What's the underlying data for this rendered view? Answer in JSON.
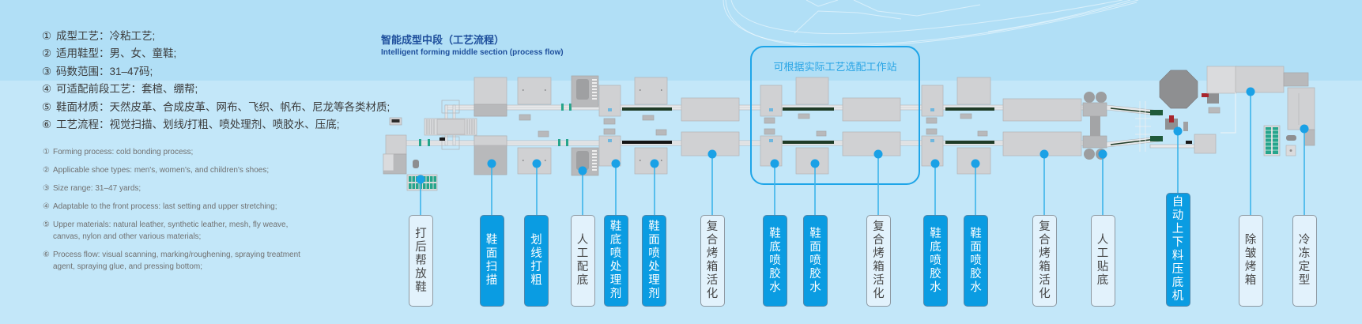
{
  "specs_cn": [
    {
      "marker": "①",
      "text": "成型工艺：冷粘工艺;"
    },
    {
      "marker": "②",
      "text": "适用鞋型：男、女、童鞋;"
    },
    {
      "marker": "③",
      "text": "码数范围：31–47码;"
    },
    {
      "marker": "④",
      "text": "可适配前段工艺：套楦、绷帮;"
    },
    {
      "marker": "⑤",
      "text": "鞋面材质：天然皮革、合成皮革、网布、飞织、帆布、尼龙等各类材质;"
    },
    {
      "marker": "⑥",
      "text": "工艺流程：视觉扫描、划线/打粗、喷处理剂、喷胶水、压底;"
    }
  ],
  "specs_en": [
    {
      "marker": "①",
      "lines": [
        "Forming process: cold bonding process;"
      ]
    },
    {
      "marker": "②",
      "lines": [
        "Applicable shoe types: men's, women's, and children's shoes;"
      ]
    },
    {
      "marker": "③",
      "lines": [
        "Size range: 31–47 yards;"
      ]
    },
    {
      "marker": "④",
      "lines": [
        "Adaptable to the front process: last setting and upper stretching;"
      ]
    },
    {
      "marker": "⑤",
      "lines": [
        "Upper materials: natural leather, synthetic leather, mesh, fly weave,",
        "canvas, nylon and other various materials;"
      ]
    },
    {
      "marker": "⑥",
      "lines": [
        "Process flow: visual scanning, marking/roughening, spraying treatment",
        "agent, spraying glue, and pressing bottom;"
      ]
    }
  ],
  "diagram": {
    "title_cn": "智能成型中段（工艺流程）",
    "title_en": "Intelligent forming middle section (process flow)",
    "optional_zone_label": "可根据实际工艺选配工作站",
    "stations": [
      {
        "name": "打后帮放鞋",
        "highlighted": false
      },
      {
        "name": "鞋面扫描",
        "highlighted": true
      },
      {
        "name": "划线打粗",
        "highlighted": true
      },
      {
        "name": "人工配底",
        "highlighted": false
      },
      {
        "name": "鞋底喷处理剂",
        "highlighted": true
      },
      {
        "name": "鞋面喷处理剂",
        "highlighted": true
      },
      {
        "name": "复合烤箱活化",
        "highlighted": false
      },
      {
        "name": "鞋底喷胶水",
        "highlighted": true
      },
      {
        "name": "鞋面喷胶水",
        "highlighted": true
      },
      {
        "name": "复合烤箱活化",
        "highlighted": false
      },
      {
        "name": "鞋底喷胶水",
        "highlighted": true
      },
      {
        "name": "鞋面喷胶水",
        "highlighted": true
      },
      {
        "name": "复合烤箱活化",
        "highlighted": false
      },
      {
        "name": "人工贴底",
        "highlighted": false
      },
      {
        "name": "自动上下料压底机",
        "highlighted": true
      },
      {
        "name": "除皱烤箱",
        "highlighted": false
      },
      {
        "name": "冷冻定型",
        "highlighted": false
      }
    ]
  },
  "colors": {
    "background_top": "#b1dff6",
    "background": "#c3e7f9",
    "title": "#1e4f9c",
    "accent_blue": "#0a9ce2",
    "marker_dot": "#1aa1e6",
    "zone_border": "#1ea5e8"
  }
}
